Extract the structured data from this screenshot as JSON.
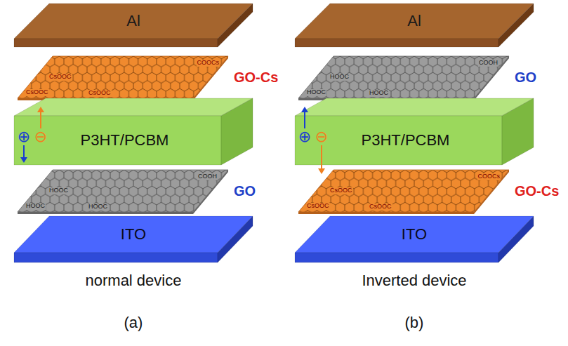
{
  "diagram": {
    "nodes": [
      {
        "text": [
          "Al"
        ]
      },
      {
        "text": [
          "GO-Cs"
        ]
      },
      {
        "text": [
          "P3HT/PCBM"
        ]
      },
      {
        "text": [
          "GO"
        ]
      },
      {
        "text": [
          "ITO"
        ]
      },
      {
        "text": [
          "Al"
        ]
      },
      {
        "text": [
          "GO"
        ]
      },
      {
        "text": [
          "P3HT/PCBM"
        ]
      },
      {
        "text": [
          "GO-Cs"
        ]
      },
      {
        "text": [
          "ITO"
        ]
      }
    ],
    "labels": [
      "normal device",
      "(a)",
      "Inverted device",
      "(b)",
      "⊕",
      "⊖",
      "⊕",
      "⊖",
      "COOCs",
      "CsOOC",
      "CsOOC",
      "CsOOC",
      "COOH",
      "HOOC",
      "HOOC",
      "HOOC",
      "COOH",
      "HOOC",
      "HOOC",
      "HOOC",
      "COOCs",
      "CsOOC",
      "CsOOC",
      "CsOOC"
    ]
  }
}
